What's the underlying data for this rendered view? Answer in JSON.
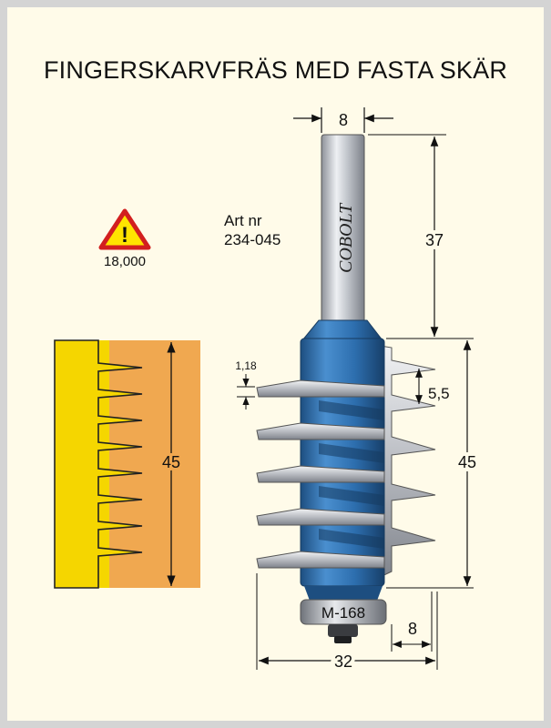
{
  "title": "FINGERSKARVFRÄS MED FASTA SKÄR",
  "warning": {
    "speed": "18,000",
    "symbol": "!"
  },
  "article": {
    "label": "Art nr",
    "number": "234-045"
  },
  "brand": "COBOLT",
  "model": "M-168",
  "dimensions": {
    "shank_diameter": "8",
    "shank_length": "37",
    "cutter_height": "45",
    "tooth_thickness": "1,18",
    "tooth_pitch": "5,5",
    "bearing_offset": "8",
    "cutter_diameter": "32",
    "joint_height": "45"
  },
  "colors": {
    "page_bg": "#fffbe9",
    "cutter_blue": "#2a6aa8",
    "tooth_grey": "#c9ccd2",
    "wood_yellow": "#f5d600",
    "wood_orange": "#f0a850",
    "warning_red": "#d21f1f",
    "warning_yellow": "#ffe400"
  }
}
